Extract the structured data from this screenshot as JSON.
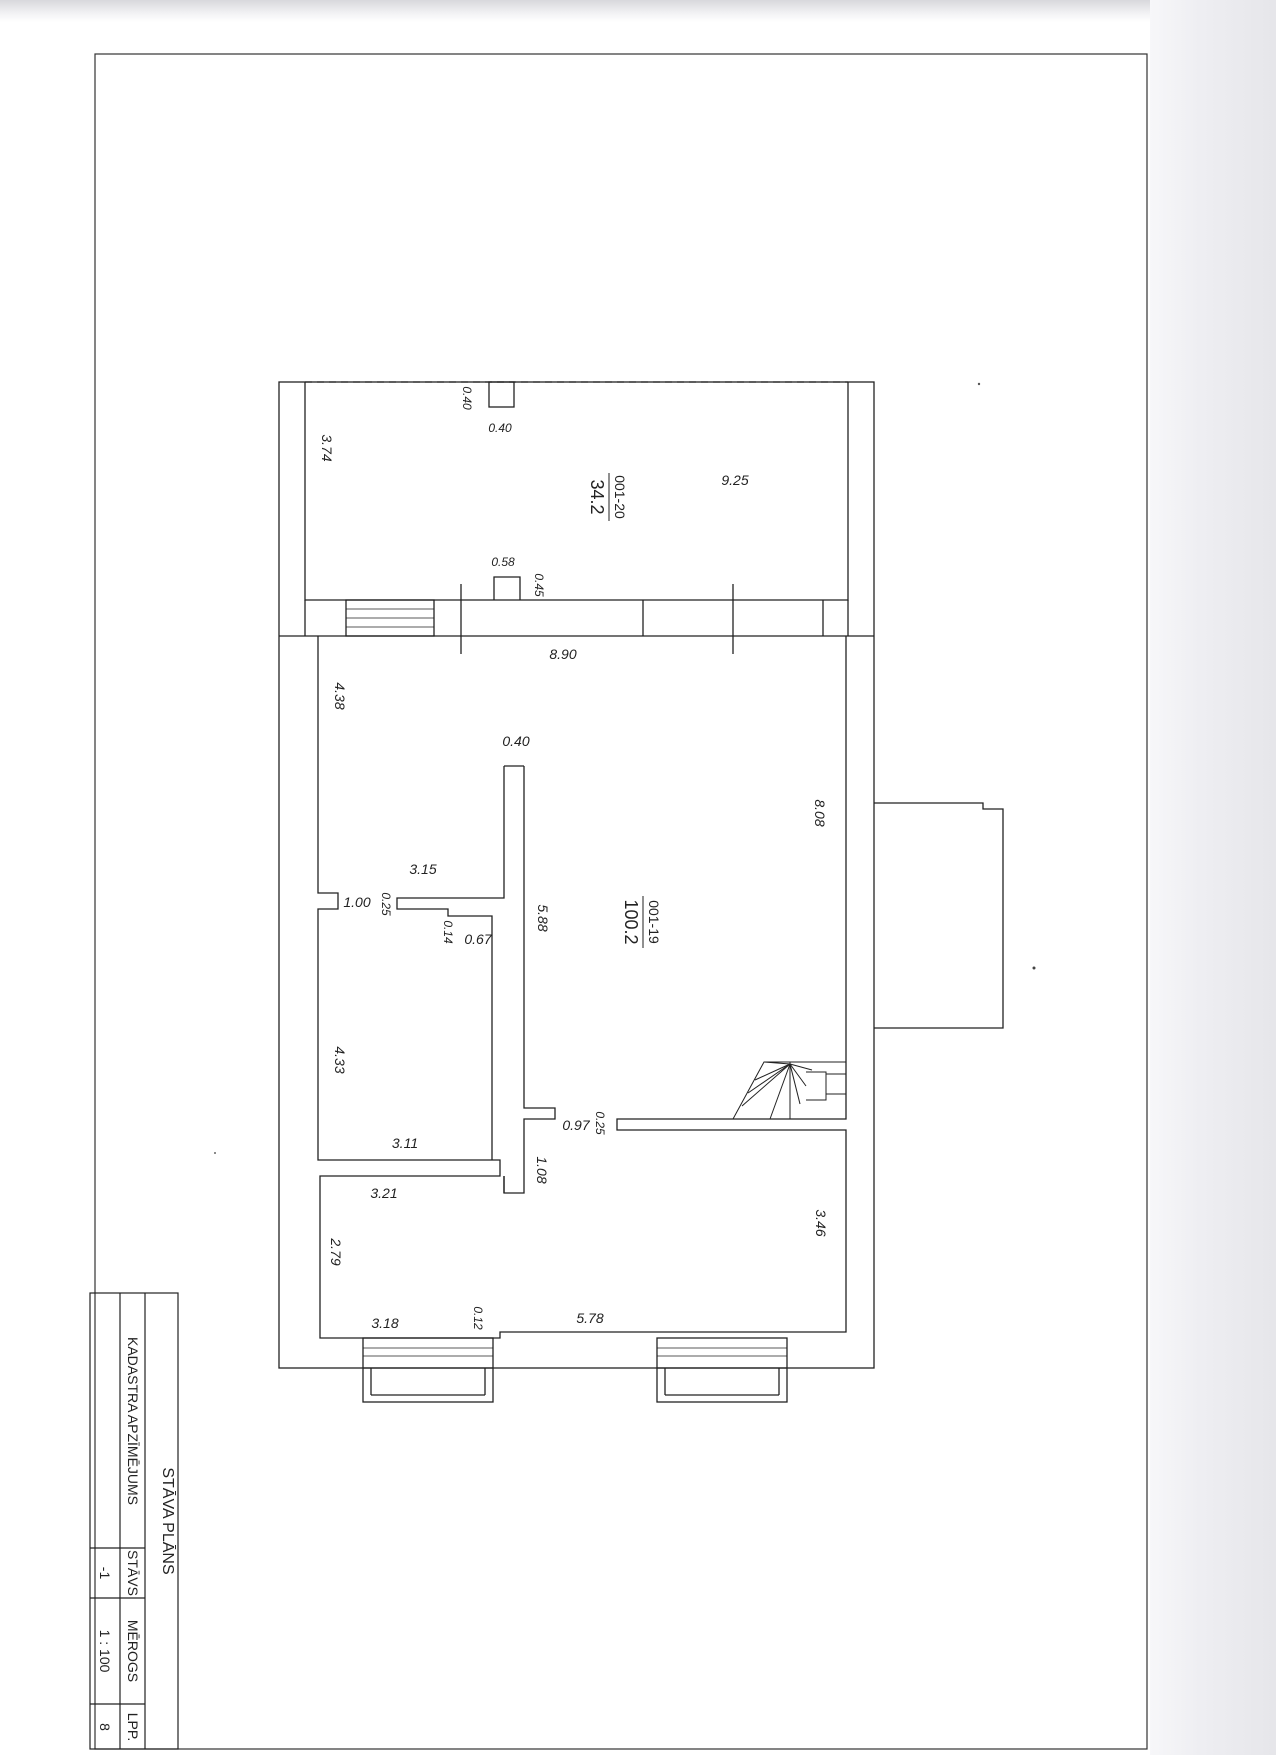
{
  "title_block": {
    "title": "STĀVA PLĀNS",
    "headers": {
      "cadastre": "KADASTRA APZĪMĒJUMS",
      "floor": "STĀVS",
      "scale": "MĒROGS",
      "page": "LPP."
    },
    "values": {
      "cadastre": "",
      "floor": "-1",
      "scale": "1 : 100",
      "page": "8"
    }
  },
  "rooms": [
    {
      "id": "001-20",
      "area": "34.2"
    },
    {
      "id": "001-19",
      "area": "100.2"
    }
  ],
  "dimensions": {
    "d_040_a": "0.40",
    "d_040_b": "0.40",
    "d_374": "3.74",
    "d_925": "9.25",
    "d_058": "0.58",
    "d_045": "0.45",
    "d_890": "8.90",
    "d_438": "4.38",
    "d_040_c": "0.40",
    "d_808": "8.08",
    "d_315": "3.15",
    "d_100": "1.00",
    "d_025_a": "0.25",
    "d_014": "0.14",
    "d_067": "0.67",
    "d_588": "5.88",
    "d_433": "4.33",
    "d_311": "3.11",
    "d_097": "0.97",
    "d_025_b": "0.25",
    "d_108": "1.08",
    "d_321": "3.21",
    "d_346": "3.46",
    "d_279": "2.79",
    "d_318": "3.18",
    "d_012": "0.12",
    "d_578": "5.78"
  }
}
